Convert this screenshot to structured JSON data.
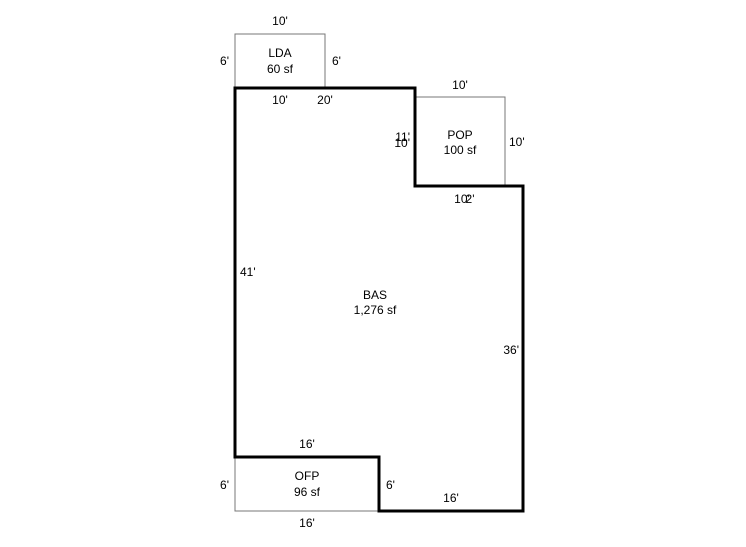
{
  "colors": {
    "background": "#ffffff",
    "main_outline": "#000000",
    "sub_area_outline": "#777777",
    "text": "#000000"
  },
  "areas": {
    "lda": {
      "code": "LDA",
      "area": "60 sf"
    },
    "pop": {
      "code": "POP",
      "area": "100 sf"
    },
    "bas": {
      "code": "BAS",
      "area": "1,276 sf"
    },
    "ofp": {
      "code": "OFP",
      "area": "96 sf"
    }
  },
  "dimensions": {
    "lda_top": "10'",
    "lda_left": "6'",
    "lda_right": "6'",
    "lda_bottom": "10'",
    "bas_top": "20'",
    "pop_top": "10'",
    "pop_right": "10'",
    "pop_left_a": "11'",
    "pop_left_b": "10'",
    "pop_bottom_a": "10'",
    "pop_bottom_b": "2'",
    "bas_left": "41'",
    "bas_right": "36'",
    "ofp_top": "16'",
    "ofp_left": "6'",
    "ofp_right": "6'",
    "ofp_bottom": "16'",
    "bas_bottom": "16'"
  }
}
